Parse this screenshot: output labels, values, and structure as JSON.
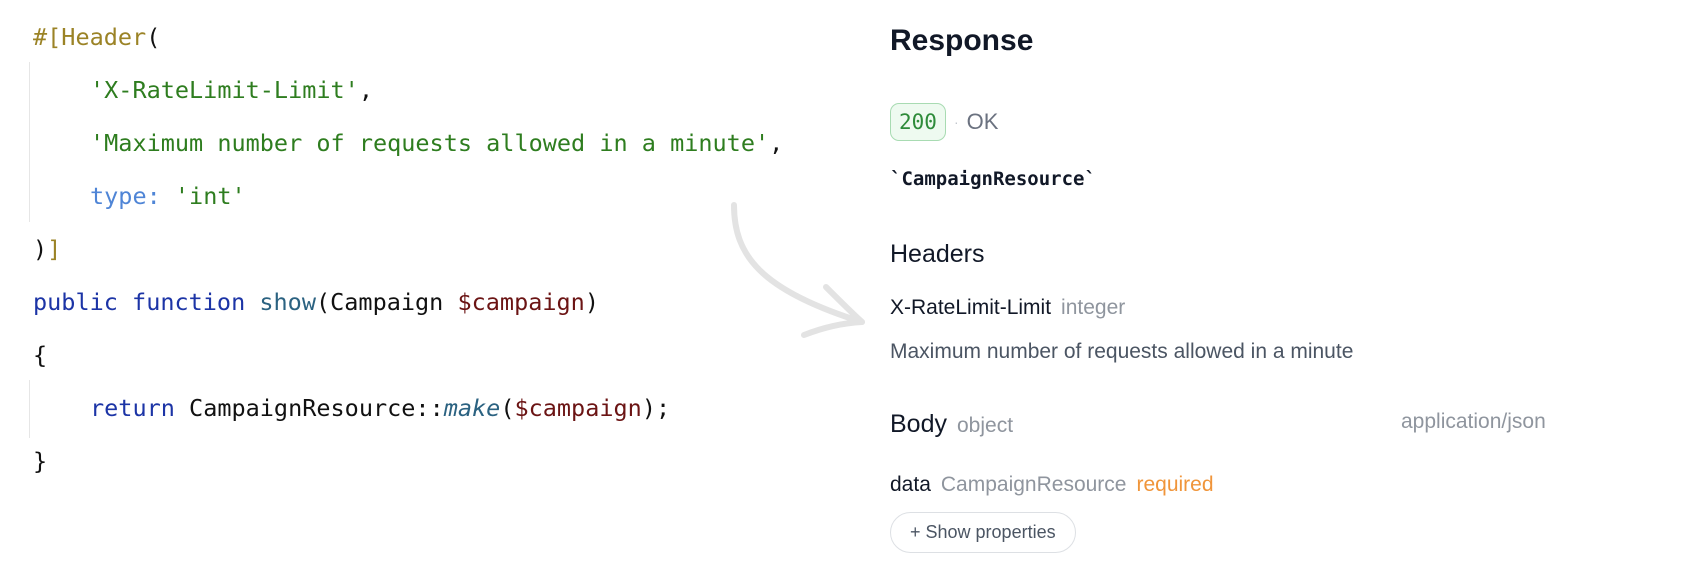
{
  "code": {
    "attr_open": "#[Header",
    "paren_open": "(",
    "header_name": "'X-RateLimit-Limit'",
    "header_desc": "'Maximum number of requests allowed in a minute'",
    "comma": ",",
    "named_arg": "type:",
    "type_value": "'int'",
    "paren_close": ")",
    "attr_close": "]",
    "kw_public": "public",
    "kw_function": "function",
    "fn_name": "show",
    "param_open": "(",
    "param_type": "Campaign",
    "param_var": "$campaign",
    "param_close": ")",
    "brace_open": "{",
    "kw_return": "return",
    "return_class": "CampaignResource",
    "scope_op": "::",
    "method": "make",
    "call_open": "(",
    "call_arg": "$campaign",
    "call_close": ");",
    "brace_close": "}"
  },
  "response": {
    "title": "Response",
    "status_code": "200",
    "status_sep": "·",
    "status_text": "OK",
    "resource": "`CampaignResource`",
    "headers_title": "Headers",
    "header_name": "X-RateLimit-Limit",
    "header_type": "integer",
    "header_description": "Maximum number of requests allowed in a minute",
    "body_title": "Body",
    "body_type": "object",
    "content_type": "application/json",
    "field_name": "data",
    "field_type": "CampaignResource",
    "field_required": "required",
    "show_properties_label": "+ Show properties"
  },
  "colors": {
    "attribute": "#9b8326",
    "string": "#2e7d1f",
    "keyword": "#1c34a6",
    "variable": "#6b1414",
    "status_green": "#2e8b3a",
    "required_orange": "#f0953a"
  },
  "icons": {
    "arrow": "curved-arrow-icon"
  }
}
